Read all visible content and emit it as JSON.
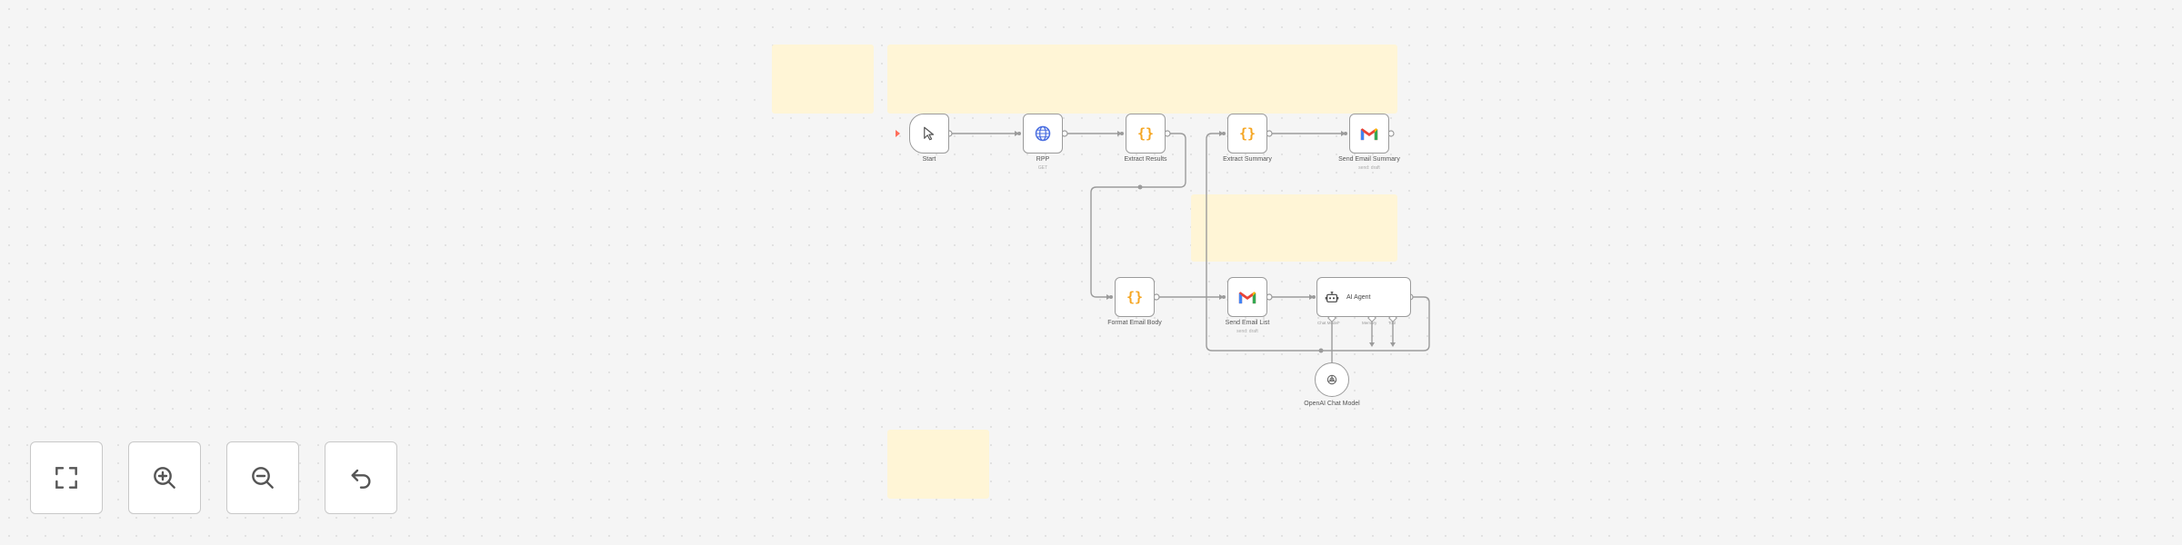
{
  "nodes": {
    "start": {
      "label": "Start"
    },
    "http": {
      "label": "RPP",
      "sub": "GET"
    },
    "extract_results": {
      "label": "Extract Results"
    },
    "extract_summary": {
      "label": "Extract Summary"
    },
    "send_summary": {
      "label": "Send Email Summary",
      "sub": "send: draft"
    },
    "format_body": {
      "label": "Format Email Body"
    },
    "send_list": {
      "label": "Send Email List",
      "sub": "send: draft"
    },
    "ai_agent": {
      "label": "AI Agent"
    },
    "openai_model": {
      "label": "OpenAI Chat Model"
    }
  },
  "agent_handles": {
    "model": "Chat Model*",
    "memory": "Memory",
    "tool": "Tool"
  },
  "colors": {
    "sticky": "#fff5d6",
    "wire": "#9b9b9b",
    "code": "#f5a623",
    "http": "#4a6ee0",
    "trigger_marker": "#ff6d5a"
  },
  "icons": {
    "start": "cursor-icon",
    "http": "globe-icon",
    "code": "curly-braces-icon",
    "gmail": "gmail-icon",
    "agent": "robot-icon",
    "openai": "openai-icon"
  },
  "controls": {
    "fit": "fit-view-icon",
    "zoom_in": "zoom-in-icon",
    "zoom_out": "zoom-out-icon",
    "undo": "undo-icon"
  }
}
